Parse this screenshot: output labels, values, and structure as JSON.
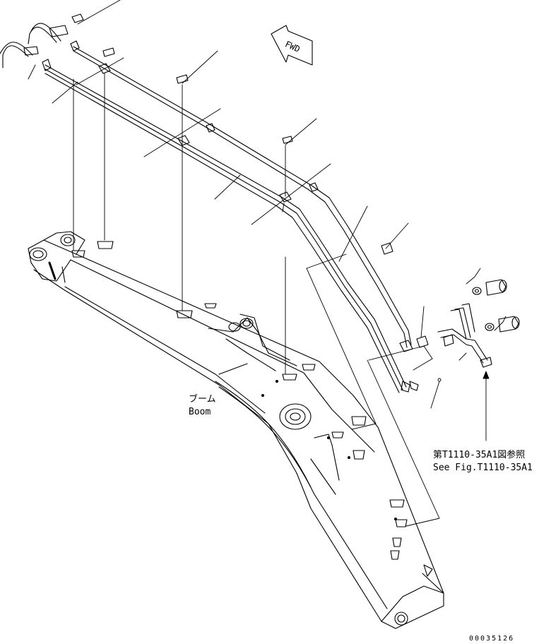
{
  "drawing": {
    "boom_label_jp": "ブーム",
    "boom_label_en": "Boom",
    "ref_label_jp": "第T1110-35A1図参照",
    "ref_label_en": "See Fig.T1110-35A1",
    "fwd_label": "FWD",
    "drawing_number": "00035126"
  }
}
